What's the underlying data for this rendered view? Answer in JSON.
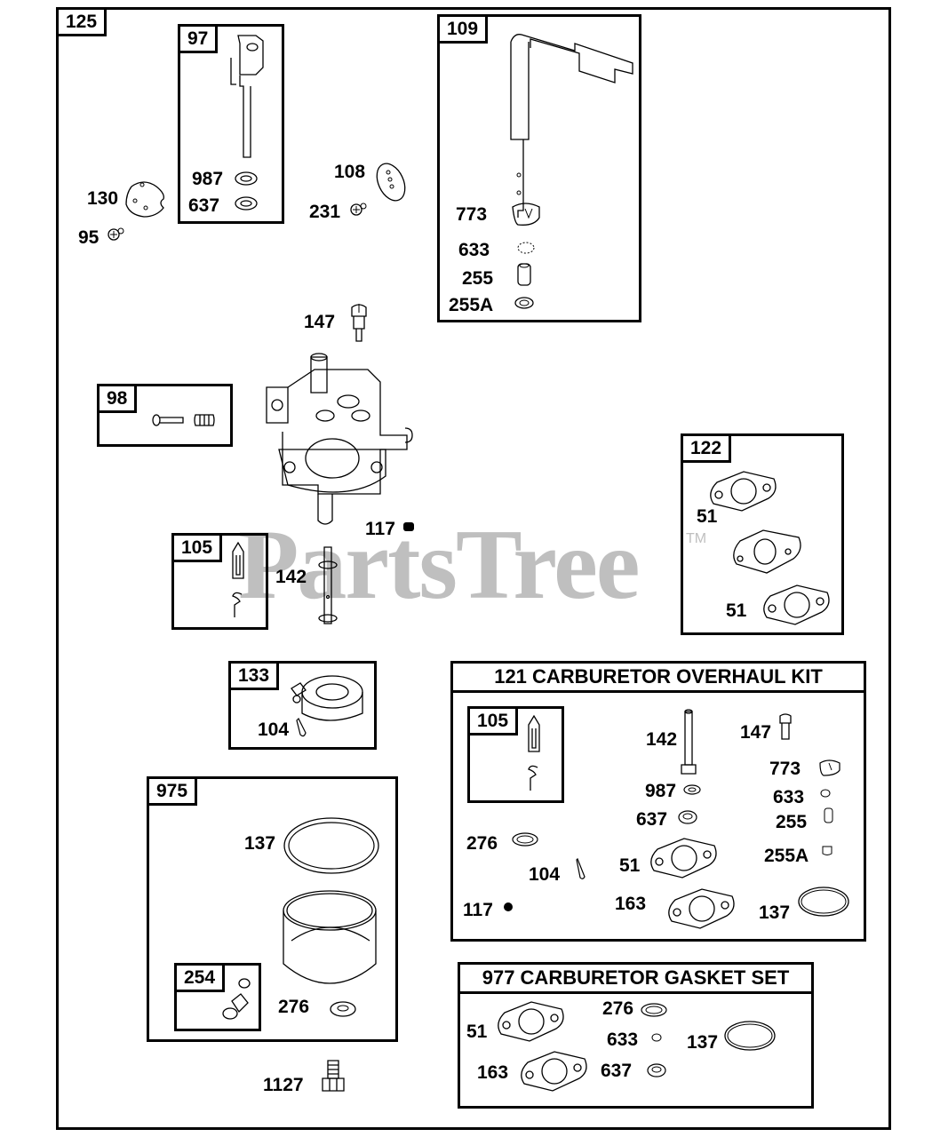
{
  "diagram": {
    "main_assembly": "125",
    "watermark": "PartsTree",
    "watermark_tm": "TM",
    "labels": {
      "l130": "130",
      "l95": "95",
      "l108": "108",
      "l231": "231",
      "l147": "147",
      "l117": "117",
      "l142": "142",
      "l104": "104",
      "l1127": "1127"
    },
    "boxes": {
      "b97": {
        "tag": "97",
        "items": [
          "987",
          "637"
        ]
      },
      "b109": {
        "tag": "109",
        "items": [
          "773",
          "633",
          "255",
          "255A"
        ]
      },
      "b98": {
        "tag": "98"
      },
      "b105": {
        "tag": "105"
      },
      "b122": {
        "tag": "122",
        "items": [
          "51",
          "51"
        ]
      },
      "b133": {
        "tag": "133",
        "items": [
          "104"
        ]
      },
      "b975": {
        "tag": "975",
        "items": [
          "137",
          "276"
        ]
      },
      "b254": {
        "tag": "254"
      },
      "b121": {
        "title": "121 CARBURETOR OVERHAUL KIT",
        "sub_tag": "105",
        "items": [
          "142",
          "147",
          "773",
          "987",
          "633",
          "637",
          "255",
          "276",
          "255A",
          "104",
          "51",
          "117",
          "163",
          "137"
        ]
      },
      "b977": {
        "title": "977 CARBURETOR GASKET SET",
        "items": [
          "51",
          "276",
          "633",
          "137",
          "163",
          "637"
        ]
      }
    }
  }
}
